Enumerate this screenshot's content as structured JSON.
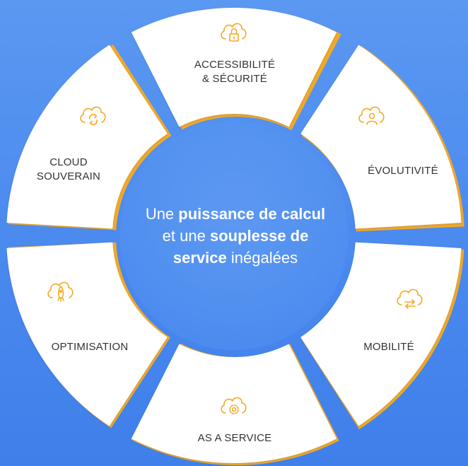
{
  "colors": {
    "background": "#4a89ee",
    "segment_fill": "#ffffff",
    "segment_edge": "#f3a925",
    "icon_stroke": "#f3a925",
    "label_text": "#333333",
    "center_text": "#ffffff"
  },
  "center": {
    "line1_plain": "Une",
    "line1_bold": "puissance de calcul",
    "line2_plain": "et une",
    "line2_bold": "souplesse de",
    "line3_bold": "service",
    "line3_plain": "inégalées"
  },
  "segments": [
    {
      "label": "ACCESSIBILITÉ\n& SÉCURITÉ",
      "icon": "cloud-lock-icon"
    },
    {
      "label": "ÉVOLUTIVITÉ",
      "icon": "cloud-user-icon"
    },
    {
      "label": "MOBILITÉ",
      "icon": "cloud-transfer-icon"
    },
    {
      "label": "AS A SERVICE",
      "icon": "cloud-gear-icon"
    },
    {
      "label": "OPTIMISATION",
      "icon": "cloud-rocket-icon"
    },
    {
      "label": "CLOUD\nSOUVERAIN",
      "icon": "cloud-refresh-icon"
    }
  ]
}
